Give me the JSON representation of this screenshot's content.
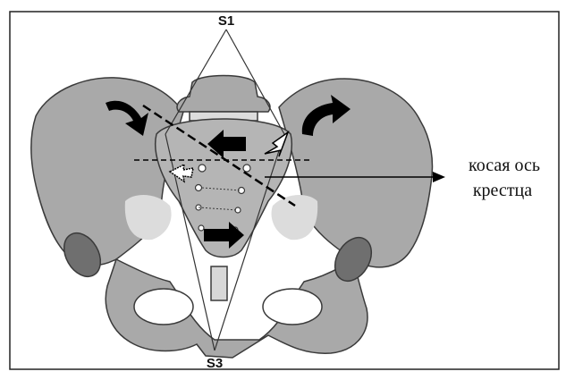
{
  "labels": {
    "top": "S1",
    "bottom": "S3",
    "annotation_line1": "косая ось",
    "annotation_line2": "крестца"
  },
  "colors": {
    "bone": "#a9a9a9",
    "bone_light": "#c6c6c6",
    "bone_dark": "#6f6f6f",
    "outline": "#3a3a3a",
    "arrow": "#000000",
    "frame": "#222222"
  },
  "icons": {
    "rotation_arrows": "curved-arrow-icon",
    "direction_arrows": "straight-arrow-icon"
  }
}
